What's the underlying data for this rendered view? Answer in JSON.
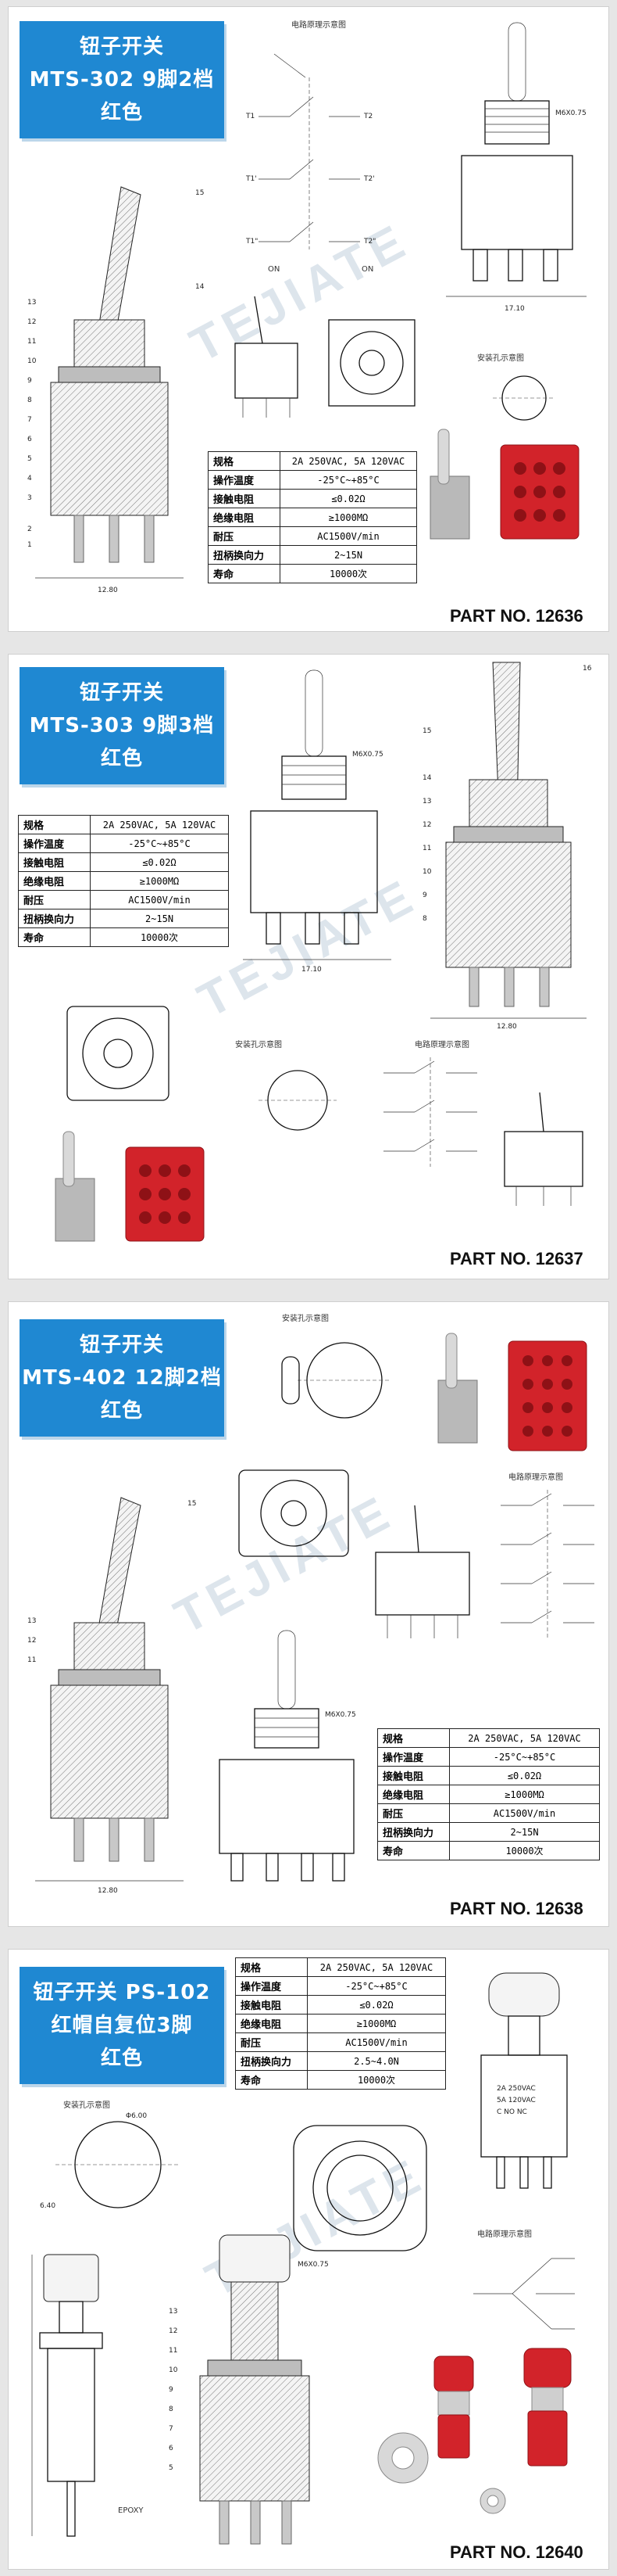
{
  "products": [
    {
      "title_line1": "钮子开关",
      "title_line2": "MTS-302 9脚2档",
      "title_line3": "红色",
      "part_no": "PART NO. 12636",
      "specs": [
        {
          "k": "规格",
          "v": "2A 250VAC, 5A 120VAC"
        },
        {
          "k": "操作温度",
          "v": "-25°C~+85°C"
        },
        {
          "k": "接触电阻",
          "v": "≤0.02Ω"
        },
        {
          "k": "绝缘电阻",
          "v": "≥1000MΩ"
        },
        {
          "k": "耐压",
          "v": "AC1500V/min"
        },
        {
          "k": "扭柄换向力",
          "v": "2~15N"
        },
        {
          "k": "寿命",
          "v": "10000次"
        }
      ],
      "labels": {
        "circuit": "电路原理示意图",
        "hole": "安装孔示意图",
        "on_left": "ON",
        "on_right": "ON"
      }
    },
    {
      "title_line1": "钮子开关",
      "title_line2": "MTS-303 9脚3档",
      "title_line3": "红色",
      "part_no": "PART NO. 12637",
      "specs": [
        {
          "k": "规格",
          "v": "2A 250VAC, 5A 120VAC"
        },
        {
          "k": "操作温度",
          "v": "-25°C~+85°C"
        },
        {
          "k": "接触电阻",
          "v": "≤0.02Ω"
        },
        {
          "k": "绝缘电阻",
          "v": "≥1000MΩ"
        },
        {
          "k": "耐压",
          "v": "AC1500V/min"
        },
        {
          "k": "扭柄换向力",
          "v": "2~15N"
        },
        {
          "k": "寿命",
          "v": "10000次"
        }
      ],
      "labels": {
        "circuit": "电路原理示意图",
        "hole": "安装孔示意图"
      }
    },
    {
      "title_line1": "钮子开关",
      "title_line2": "MTS-402 12脚2档",
      "title_line3": "红色",
      "part_no": "PART NO. 12638",
      "specs": [
        {
          "k": "规格",
          "v": "2A 250VAC, 5A 120VAC"
        },
        {
          "k": "操作温度",
          "v": "-25°C~+85°C"
        },
        {
          "k": "接触电阻",
          "v": "≤0.02Ω"
        },
        {
          "k": "绝缘电阻",
          "v": "≥1000MΩ"
        },
        {
          "k": "耐压",
          "v": "AC1500V/min"
        },
        {
          "k": "扭柄换向力",
          "v": "2~15N"
        },
        {
          "k": "寿命",
          "v": "10000次"
        }
      ],
      "labels": {
        "circuit": "电路原理示意图",
        "hole": "安装孔示意图"
      }
    },
    {
      "title_line1": "钮子开关 PS-102",
      "title_line2": "红帽自复位3脚",
      "title_line3": "红色",
      "part_no": "PART NO. 12640",
      "specs": [
        {
          "k": "规格",
          "v": "2A 250VAC, 5A 120VAC"
        },
        {
          "k": "操作温度",
          "v": "-25°C~+85°C"
        },
        {
          "k": "接触电阻",
          "v": "≤0.02Ω"
        },
        {
          "k": "绝缘电阻",
          "v": "≥1000MΩ"
        },
        {
          "k": "耐压",
          "v": "AC1500V/min"
        },
        {
          "k": "扭柄换向力",
          "v": "2.5~4.0N"
        },
        {
          "k": "寿命",
          "v": "10000次"
        }
      ],
      "labels": {
        "circuit": "电路原理示意图",
        "hole": "安装孔示意图",
        "epoxy": "EPOXY"
      }
    }
  ],
  "watermark": "TEJIATE",
  "colors": {
    "title_bg": "#1f88d2",
    "part_red": "#d2232a"
  }
}
